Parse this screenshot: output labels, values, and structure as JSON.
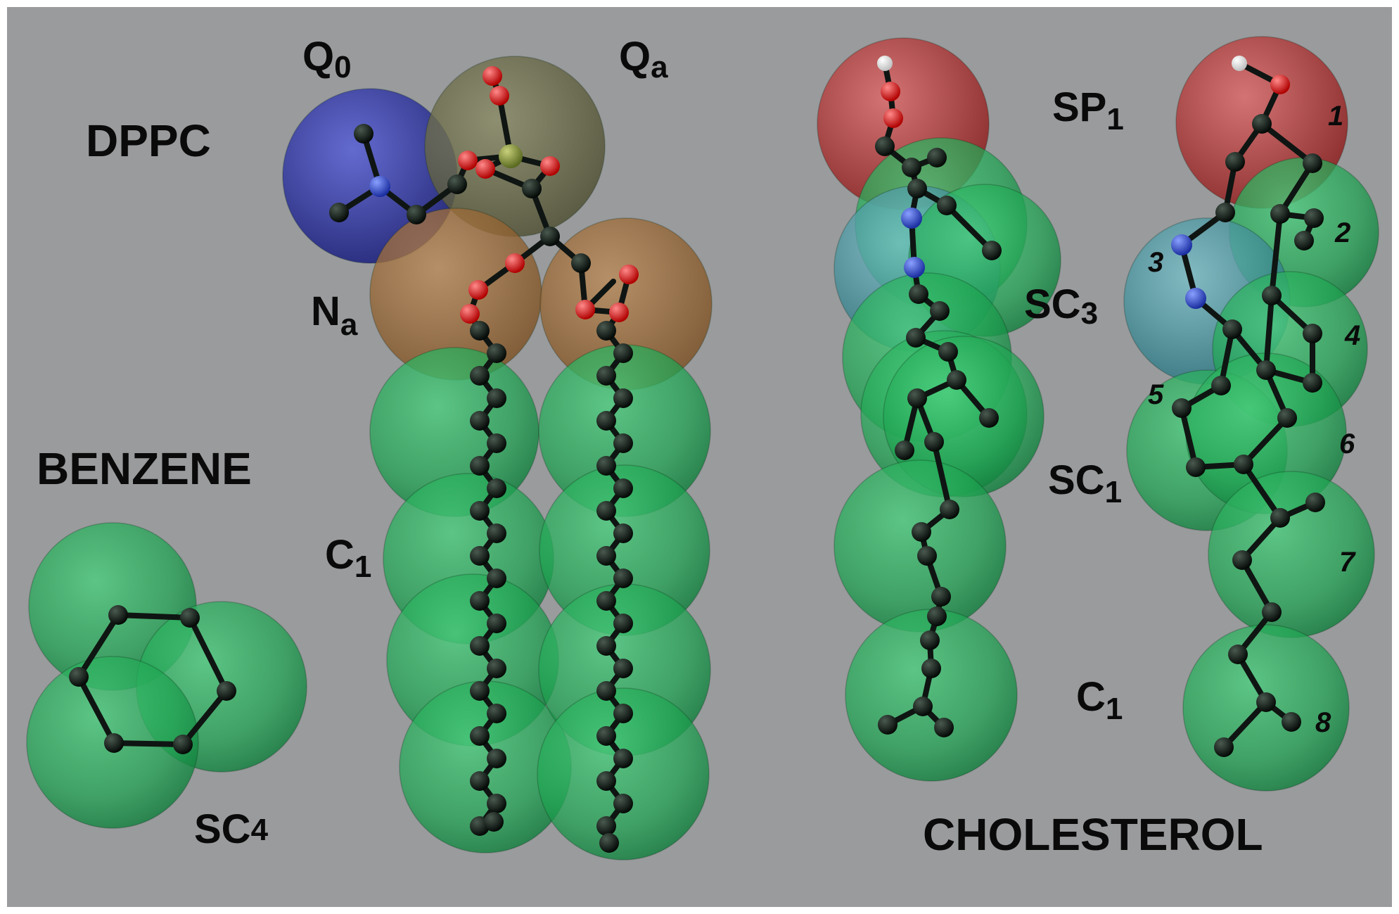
{
  "labels": {
    "dppc": "DPPC",
    "q0_main": "Q",
    "q0_sub": "0",
    "qa_main": "Q",
    "qa_sub": "a",
    "na_main": "N",
    "na_sub": "a",
    "c1_dppc_main": "C",
    "c1_dppc_sub": "1",
    "benzene": "BENZENE",
    "sc4_main": "SC",
    "sc4_sub": "4",
    "sp1_main": "SP",
    "sp1_sub": "1",
    "sc3_main": "SC",
    "sc3_sub": "3",
    "sc1_main": "SC",
    "sc1_sub": "1",
    "c1_chol_main": "C",
    "c1_chol_sub": "1",
    "cholesterol": "CHOLESTEROL"
  },
  "bead_numbers": [
    "1",
    "2",
    "3",
    "4",
    "5",
    "6",
    "7",
    "8"
  ],
  "colors": {
    "background": "#999b9d",
    "q0_bead": "#2a2f9c",
    "qa_bead": "#6a6a45",
    "na_bead": "#9a6a3a",
    "c1_bead": "#1fa552",
    "sp1_bead": "#b83a3a",
    "sc3_bead": "#3e9aa6",
    "atom_carbon": "#111a14",
    "atom_oxygen": "#e01010",
    "atom_nitrogen": "#2244cc",
    "atom_phosphorus": "#7f8f3a",
    "atom_hydrogen": "#ffffff",
    "bond": "#0f1512"
  }
}
